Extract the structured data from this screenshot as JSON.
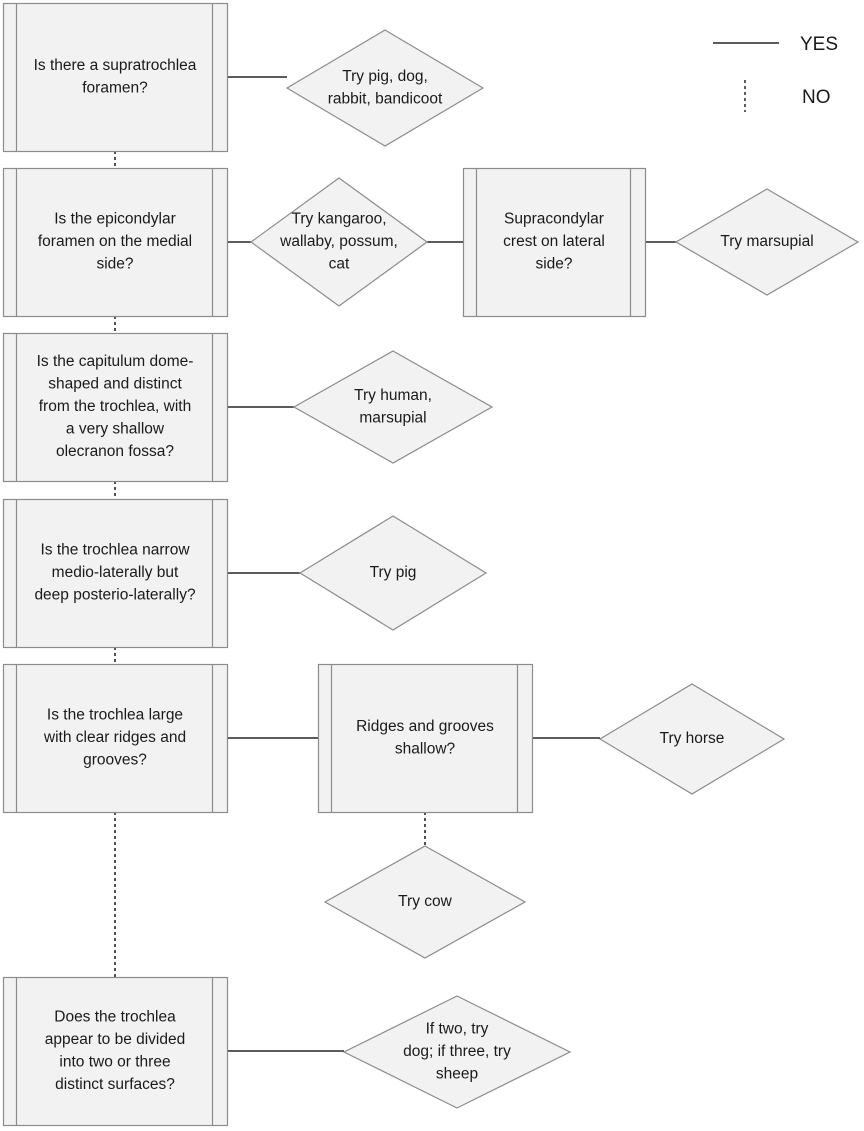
{
  "legend": {
    "yes_label": "YES",
    "no_label": "NO"
  },
  "colors": {
    "box_fill": "#f2f2f2",
    "box_stroke": "#8c8c8c",
    "line": "#262626",
    "text": "#1a1a1a"
  },
  "nodes": {
    "q1": {
      "kind": "process",
      "lines": [
        "Is there a supratrochlea",
        "foramen?"
      ]
    },
    "a1": {
      "kind": "decision",
      "lines": [
        "Try pig, dog,",
        "rabbit, bandicoot"
      ]
    },
    "q2": {
      "kind": "process",
      "lines": [
        "Is the epicondylar",
        "foramen on the medial",
        "side?"
      ]
    },
    "a2": {
      "kind": "decision",
      "lines": [
        "Try kangaroo,",
        "wallaby, possum,",
        "cat"
      ]
    },
    "q2b": {
      "kind": "process",
      "lines": [
        "Supracondylar",
        "crest on lateral",
        "side?"
      ]
    },
    "a2b": {
      "kind": "decision",
      "lines": [
        "Try marsupial"
      ]
    },
    "q3": {
      "kind": "process",
      "lines": [
        "Is the capitulum dome-",
        "shaped and distinct",
        "from the trochlea, with",
        "a very shallow",
        "olecranon fossa?"
      ]
    },
    "a3": {
      "kind": "decision",
      "lines": [
        "Try human,",
        "marsupial"
      ]
    },
    "q4": {
      "kind": "process",
      "lines": [
        "Is the trochlea narrow",
        "medio-laterally but",
        "deep posterio-laterally?"
      ]
    },
    "a4": {
      "kind": "decision",
      "lines": [
        "Try pig"
      ]
    },
    "q5": {
      "kind": "process",
      "lines": [
        "Is the trochlea large",
        "with clear ridges and",
        "grooves?"
      ]
    },
    "q5b": {
      "kind": "process",
      "lines": [
        "Ridges and grooves",
        "shallow?"
      ]
    },
    "a5": {
      "kind": "decision",
      "lines": [
        "Try horse"
      ]
    },
    "a5b": {
      "kind": "decision",
      "lines": [
        "Try cow"
      ]
    },
    "q6": {
      "kind": "process",
      "lines": [
        "Does the trochlea",
        "appear to be divided",
        "into two or three",
        "distinct surfaces?"
      ]
    },
    "a6": {
      "kind": "decision",
      "lines": [
        "If two, try",
        "dog; if three, try",
        "sheep"
      ]
    }
  },
  "edges": [
    {
      "from": "q1",
      "to": "a1",
      "type": "yes"
    },
    {
      "from": "q1",
      "to": "q2",
      "type": "no"
    },
    {
      "from": "q2",
      "to": "a2",
      "type": "yes"
    },
    {
      "from": "a2",
      "to": "q2b",
      "type": "yes"
    },
    {
      "from": "q2b",
      "to": "a2b",
      "type": "yes"
    },
    {
      "from": "q2",
      "to": "q3",
      "type": "no"
    },
    {
      "from": "q3",
      "to": "a3",
      "type": "yes"
    },
    {
      "from": "q3",
      "to": "q4",
      "type": "no"
    },
    {
      "from": "q4",
      "to": "a4",
      "type": "yes"
    },
    {
      "from": "q4",
      "to": "q5",
      "type": "no"
    },
    {
      "from": "q5",
      "to": "q5b",
      "type": "yes"
    },
    {
      "from": "q5b",
      "to": "a5",
      "type": "yes"
    },
    {
      "from": "q5b",
      "to": "a5b",
      "type": "no"
    },
    {
      "from": "q5",
      "to": "q6",
      "type": "no"
    },
    {
      "from": "q6",
      "to": "a6",
      "type": "yes"
    }
  ]
}
